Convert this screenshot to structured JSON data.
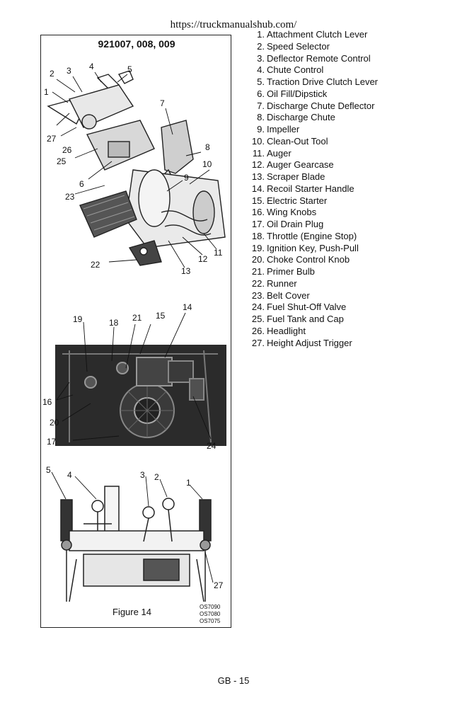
{
  "header": {
    "url": "https://truckmanualshub.com/"
  },
  "figure": {
    "model_label": "921007, 008, 009",
    "caption": "Figure 14",
    "os_codes": [
      "OS7090",
      "OS7080",
      "OS7075"
    ],
    "callouts_top": [
      "1",
      "2",
      "3",
      "4",
      "5",
      "6",
      "7",
      "8",
      "9",
      "10",
      "11",
      "12",
      "13",
      "22",
      "23",
      "25",
      "26",
      "27"
    ],
    "callouts_middle": [
      "14",
      "15",
      "16",
      "17",
      "18",
      "19",
      "20",
      "21",
      "24"
    ],
    "callouts_bottom": [
      "1",
      "2",
      "3",
      "4",
      "5",
      "27"
    ]
  },
  "parts": [
    {
      "num": "1.",
      "label": "Attachment Clutch Lever"
    },
    {
      "num": "2.",
      "label": "Speed Selector"
    },
    {
      "num": "3.",
      "label": "Deflector Remote Control"
    },
    {
      "num": "4.",
      "label": "Chute Control"
    },
    {
      "num": "5.",
      "label": "Traction Drive Clutch Lever"
    },
    {
      "num": "6.",
      "label": "Oil Fill/Dipstick"
    },
    {
      "num": "7.",
      "label": "Discharge Chute Deflector"
    },
    {
      "num": "8.",
      "label": "Discharge Chute"
    },
    {
      "num": "9.",
      "label": "Impeller"
    },
    {
      "num": "10.",
      "label": "Clean-Out Tool"
    },
    {
      "num": "11.",
      "label": "Auger"
    },
    {
      "num": "12.",
      "label": "Auger Gearcase"
    },
    {
      "num": "13.",
      "label": "Scraper Blade"
    },
    {
      "num": "14.",
      "label": "Recoil Starter Handle"
    },
    {
      "num": "15.",
      "label": "Electric Starter"
    },
    {
      "num": "16.",
      "label": "Wing Knobs"
    },
    {
      "num": "17.",
      "label": "Oil Drain Plug"
    },
    {
      "num": "18.",
      "label": "Throttle (Engine Stop)"
    },
    {
      "num": "19.",
      "label": "Ignition Key, Push-Pull"
    },
    {
      "num": "20.",
      "label": "Choke Control Knob"
    },
    {
      "num": "21.",
      "label": "Primer Bulb"
    },
    {
      "num": "22.",
      "label": "Runner"
    },
    {
      "num": "23.",
      "label": "Belt Cover"
    },
    {
      "num": "24.",
      "label": "Fuel Shut-Off Valve"
    },
    {
      "num": "25.",
      "label": "Fuel Tank and Cap"
    },
    {
      "num": "26.",
      "label": "Headlight"
    },
    {
      "num": "27.",
      "label": "Height Adjust Trigger"
    }
  ],
  "footer": {
    "page": "GB - 15"
  }
}
